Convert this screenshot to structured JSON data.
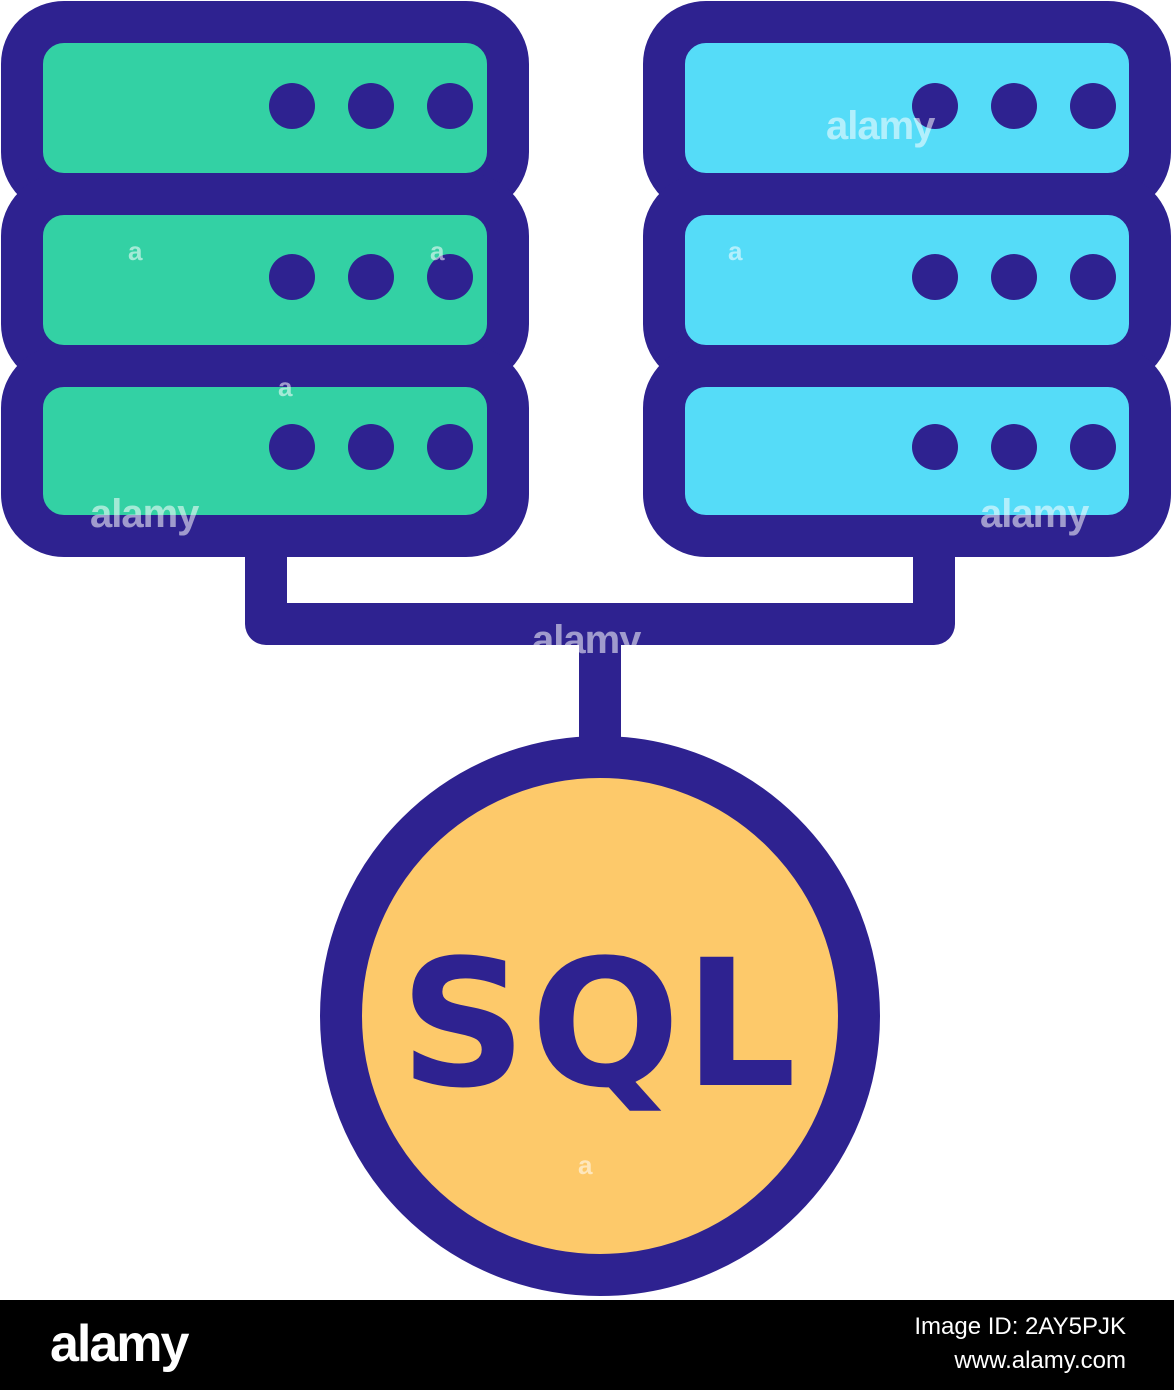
{
  "icon": {
    "name": "sql-database-servers-icon",
    "badge_text": "SQL"
  },
  "colors": {
    "outline": "#2e2290",
    "left_server": "#33d1a4",
    "right_server": "#55dcf8",
    "sql_circle": "#fdc96a",
    "footer_bg": "#000000",
    "footer_text": "#ffffff"
  },
  "watermark": {
    "text": "alamy",
    "short_text": "a"
  },
  "footer": {
    "logo": "alamy",
    "image_id": "Image ID: 2AY5PJK",
    "url": "www.alamy.com"
  }
}
